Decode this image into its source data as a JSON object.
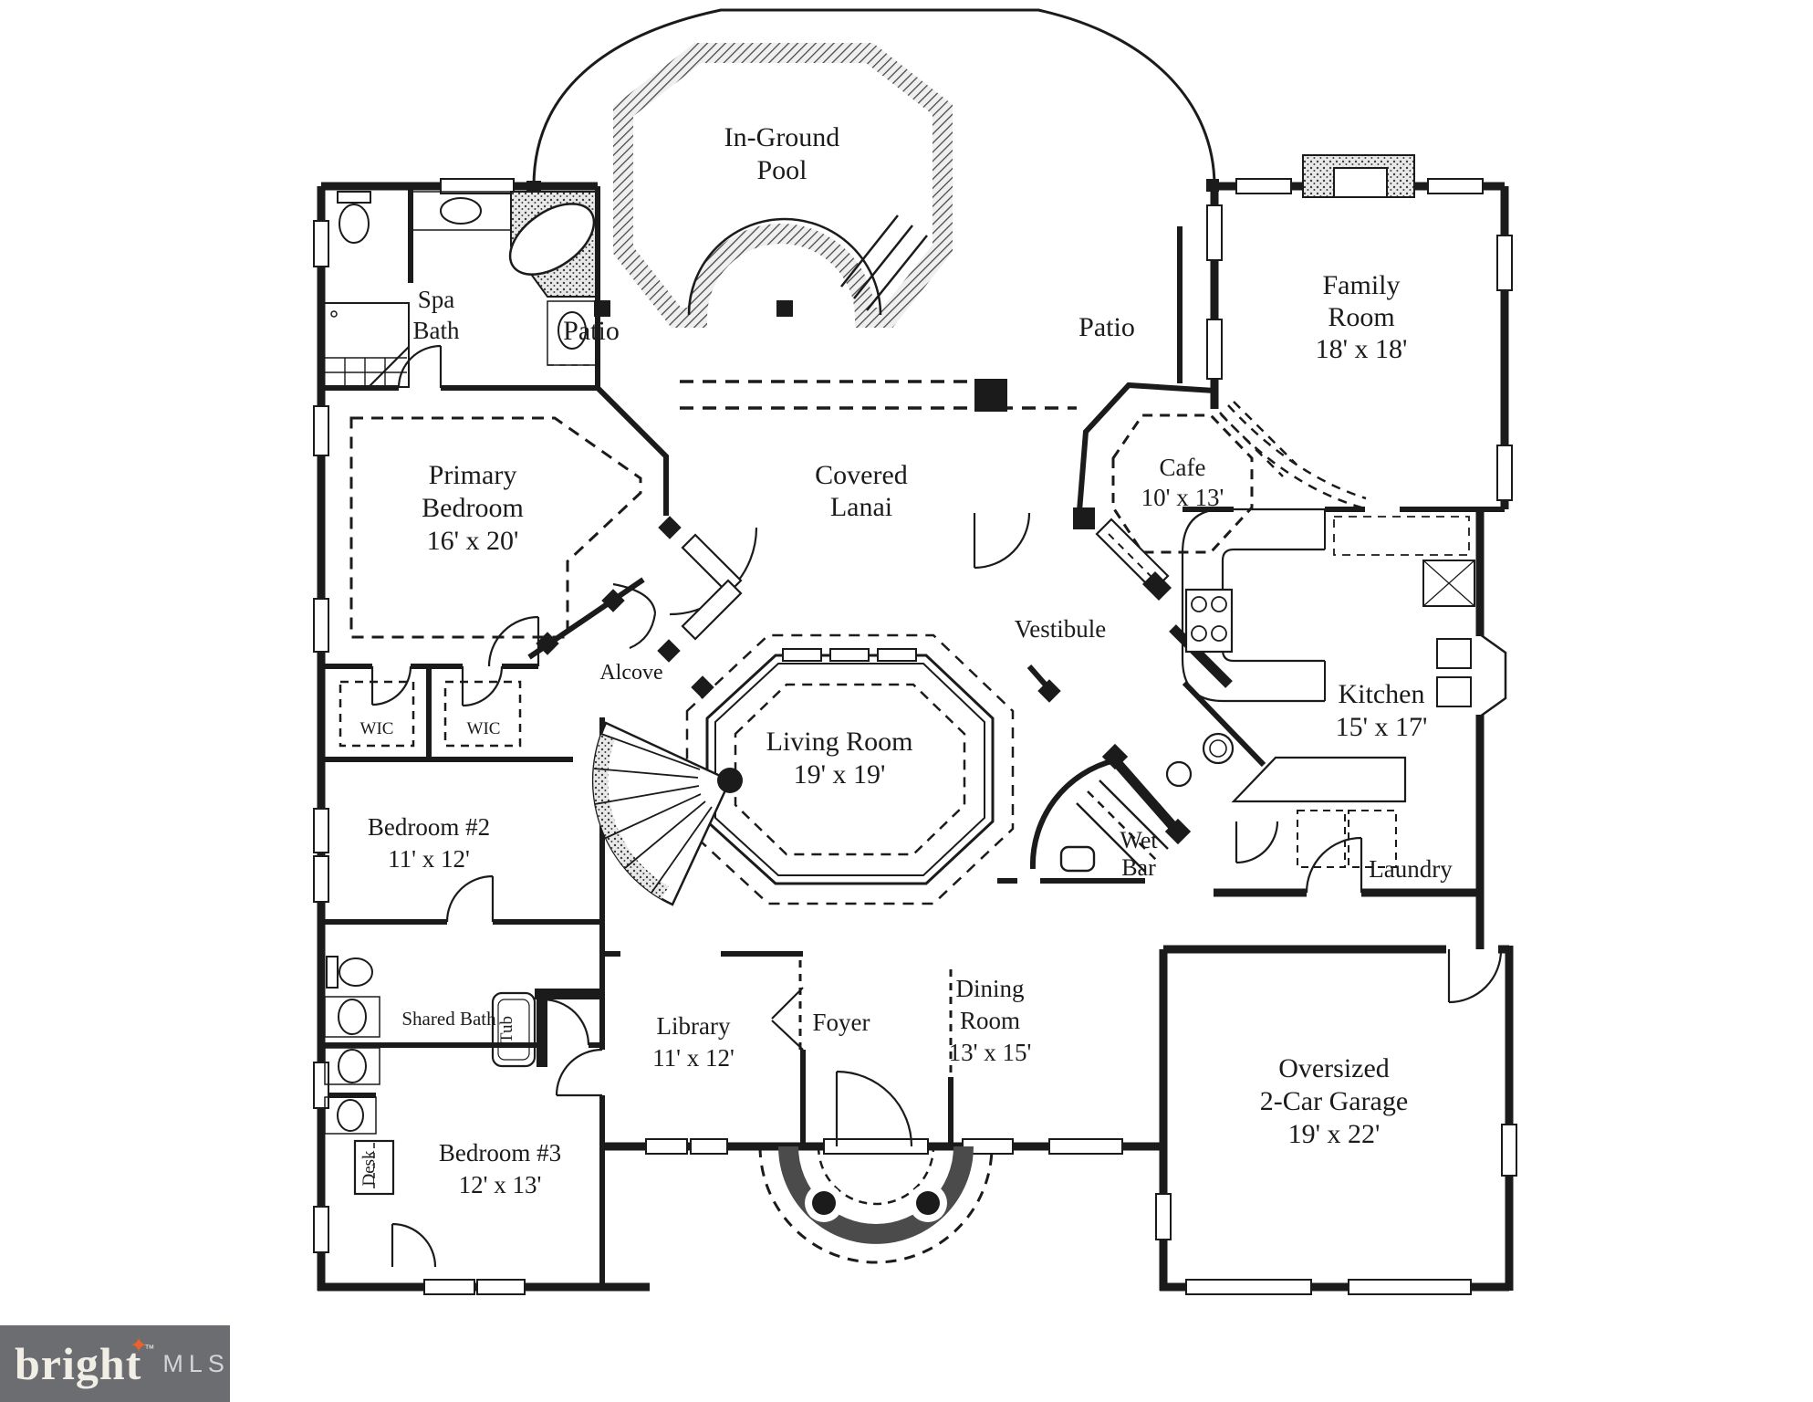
{
  "logo": {
    "brand": "bright",
    "tm": "TM",
    "suffix": "MLS"
  },
  "colors": {
    "ink": "#1b1b1b",
    "paper": "#ffffff",
    "logo_bg": "#6c6d70",
    "logo_text": "#f1eee5",
    "logo_star": "#e8622d",
    "logo_mls": "#d3d4d6"
  },
  "rooms": {
    "pool": {
      "lines": [
        "In-Ground",
        "Pool"
      ]
    },
    "patio_left": {
      "lines": [
        "Patio"
      ]
    },
    "patio_right": {
      "lines": [
        "Patio"
      ]
    },
    "spa_bath": {
      "lines": [
        "Spa",
        "Bath"
      ]
    },
    "family": {
      "lines": [
        "Family",
        "Room",
        "18' x 18'"
      ]
    },
    "primary": {
      "lines": [
        "Primary",
        "Bedroom",
        "16' x 20'"
      ]
    },
    "lanai": {
      "lines": [
        "Covered",
        "Lanai"
      ]
    },
    "cafe": {
      "lines": [
        "Cafe",
        "10' x 13'"
      ]
    },
    "vestibule": {
      "lines": [
        "Vestibule"
      ]
    },
    "kitchen": {
      "lines": [
        "Kitchen",
        "15' x 17'"
      ]
    },
    "living": {
      "lines": [
        "Living Room",
        "19' x 19'"
      ]
    },
    "alcove": {
      "lines": [
        "Alcove"
      ]
    },
    "wic1": {
      "lines": [
        "WIC"
      ]
    },
    "wic2": {
      "lines": [
        "WIC"
      ]
    },
    "bedroom2": {
      "lines": [
        "Bedroom #2",
        "11' x 12'"
      ]
    },
    "wet_bar": {
      "lines": [
        "Wet",
        "Bar"
      ]
    },
    "laundry": {
      "lines": [
        "Laundry"
      ]
    },
    "shared_bath": {
      "lines": [
        "Shared Bath"
      ]
    },
    "tub": {
      "lines": [
        "Tub"
      ]
    },
    "desk": {
      "lines": [
        "Desk"
      ]
    },
    "bedroom3": {
      "lines": [
        "Bedroom #3",
        "12' x 13'"
      ]
    },
    "library": {
      "lines": [
        "Library",
        "11' x 12'"
      ]
    },
    "foyer": {
      "lines": [
        "Foyer"
      ]
    },
    "dining": {
      "lines": [
        "Dining",
        "Room",
        "13' x 15'"
      ]
    },
    "garage": {
      "lines": [
        "Oversized",
        "2-Car Garage",
        "19' x 22'"
      ]
    }
  }
}
